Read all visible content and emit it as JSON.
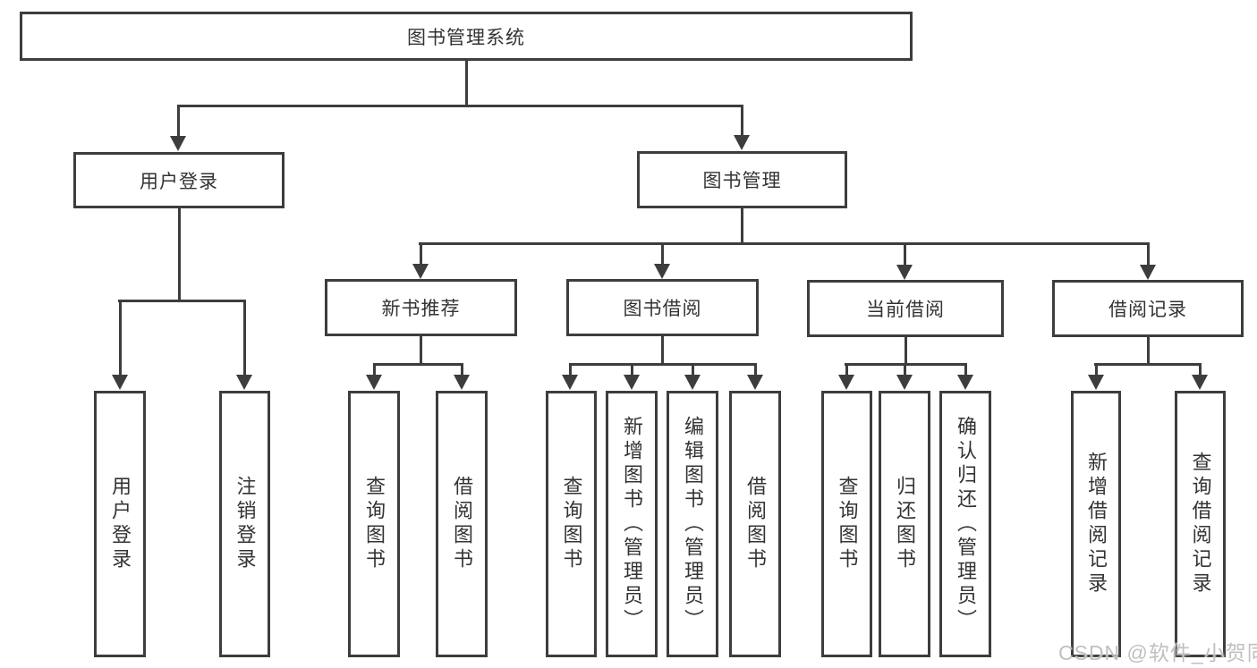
{
  "diagram_title": "图书管理系统",
  "tree": {
    "root": {
      "label": "图书管理系统"
    },
    "branches": [
      {
        "label": "用户登录",
        "leaves": [
          {
            "label": "用户登录"
          },
          {
            "label": "注销登录"
          }
        ]
      },
      {
        "label": "图书管理",
        "groups": [
          {
            "label": "新书推荐",
            "leaves": [
              {
                "label": "查询图书"
              },
              {
                "label": "借阅图书"
              }
            ]
          },
          {
            "label": "图书借阅",
            "leaves": [
              {
                "label": "查询图书"
              },
              {
                "label": "新增图书（管理员）"
              },
              {
                "label": "编辑图书（管理员）"
              },
              {
                "label": "借阅图书"
              }
            ]
          },
          {
            "label": "当前借阅",
            "leaves": [
              {
                "label": "查询图书"
              },
              {
                "label": "归还图书"
              },
              {
                "label": "确认归还（管理员）"
              }
            ]
          },
          {
            "label": "借阅记录",
            "leaves": [
              {
                "label": "新增借阅记录"
              },
              {
                "label": "查询借阅记录"
              }
            ]
          }
        ]
      }
    ]
  },
  "watermark": {
    "text": "CSDN @软件_小贺同学"
  },
  "colors": {
    "line": "#3d3d3d",
    "text": "#333333",
    "watermark": "#c0c0c0",
    "background": "#ffffff"
  }
}
